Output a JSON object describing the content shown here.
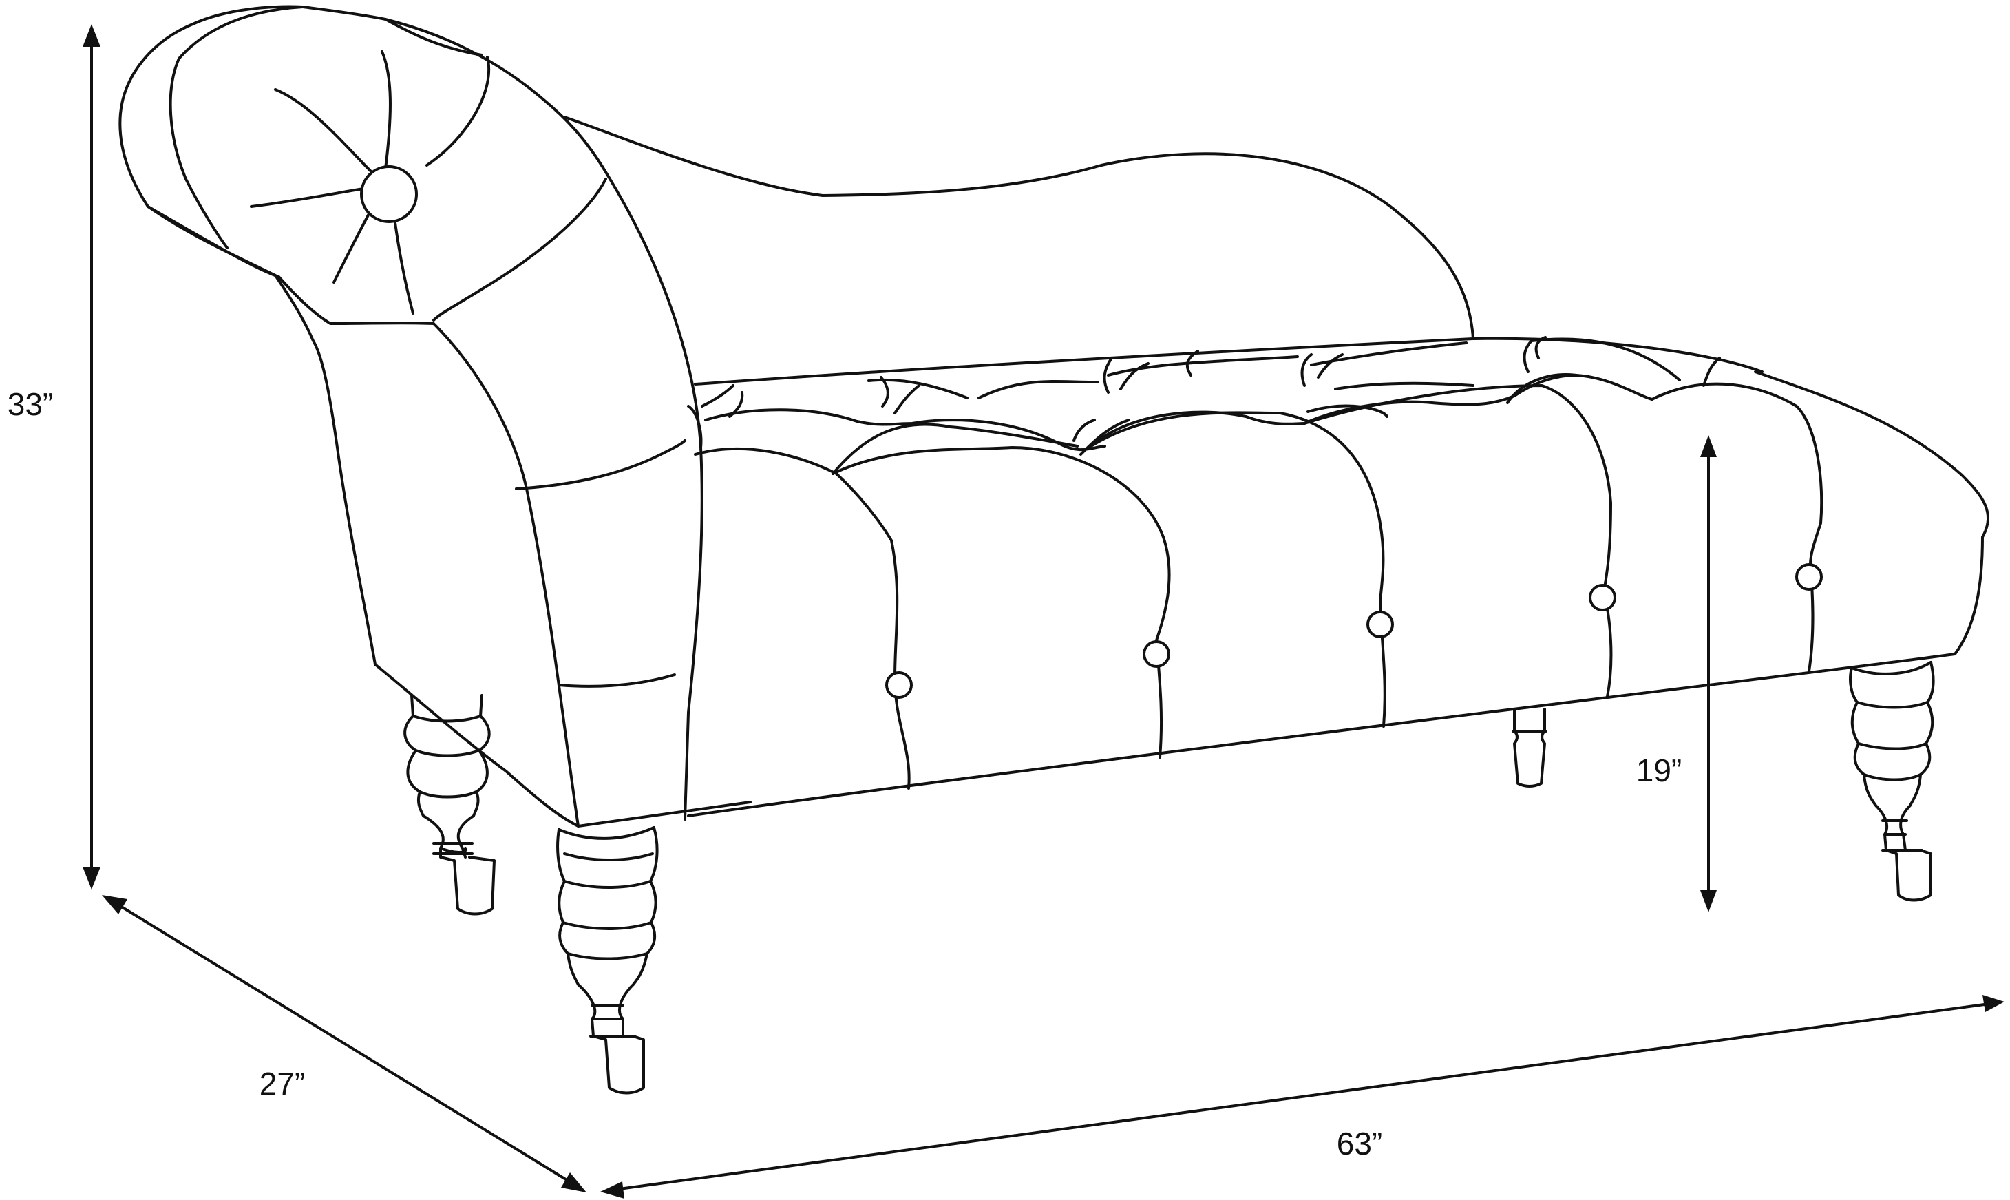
{
  "diagram": {
    "subject": "chaise-lounge",
    "line_color": "#111111",
    "background_color": "#ffffff"
  },
  "dimensions": {
    "height": "33”",
    "depth": "27”",
    "seat_height": "19”",
    "width": "63”"
  }
}
